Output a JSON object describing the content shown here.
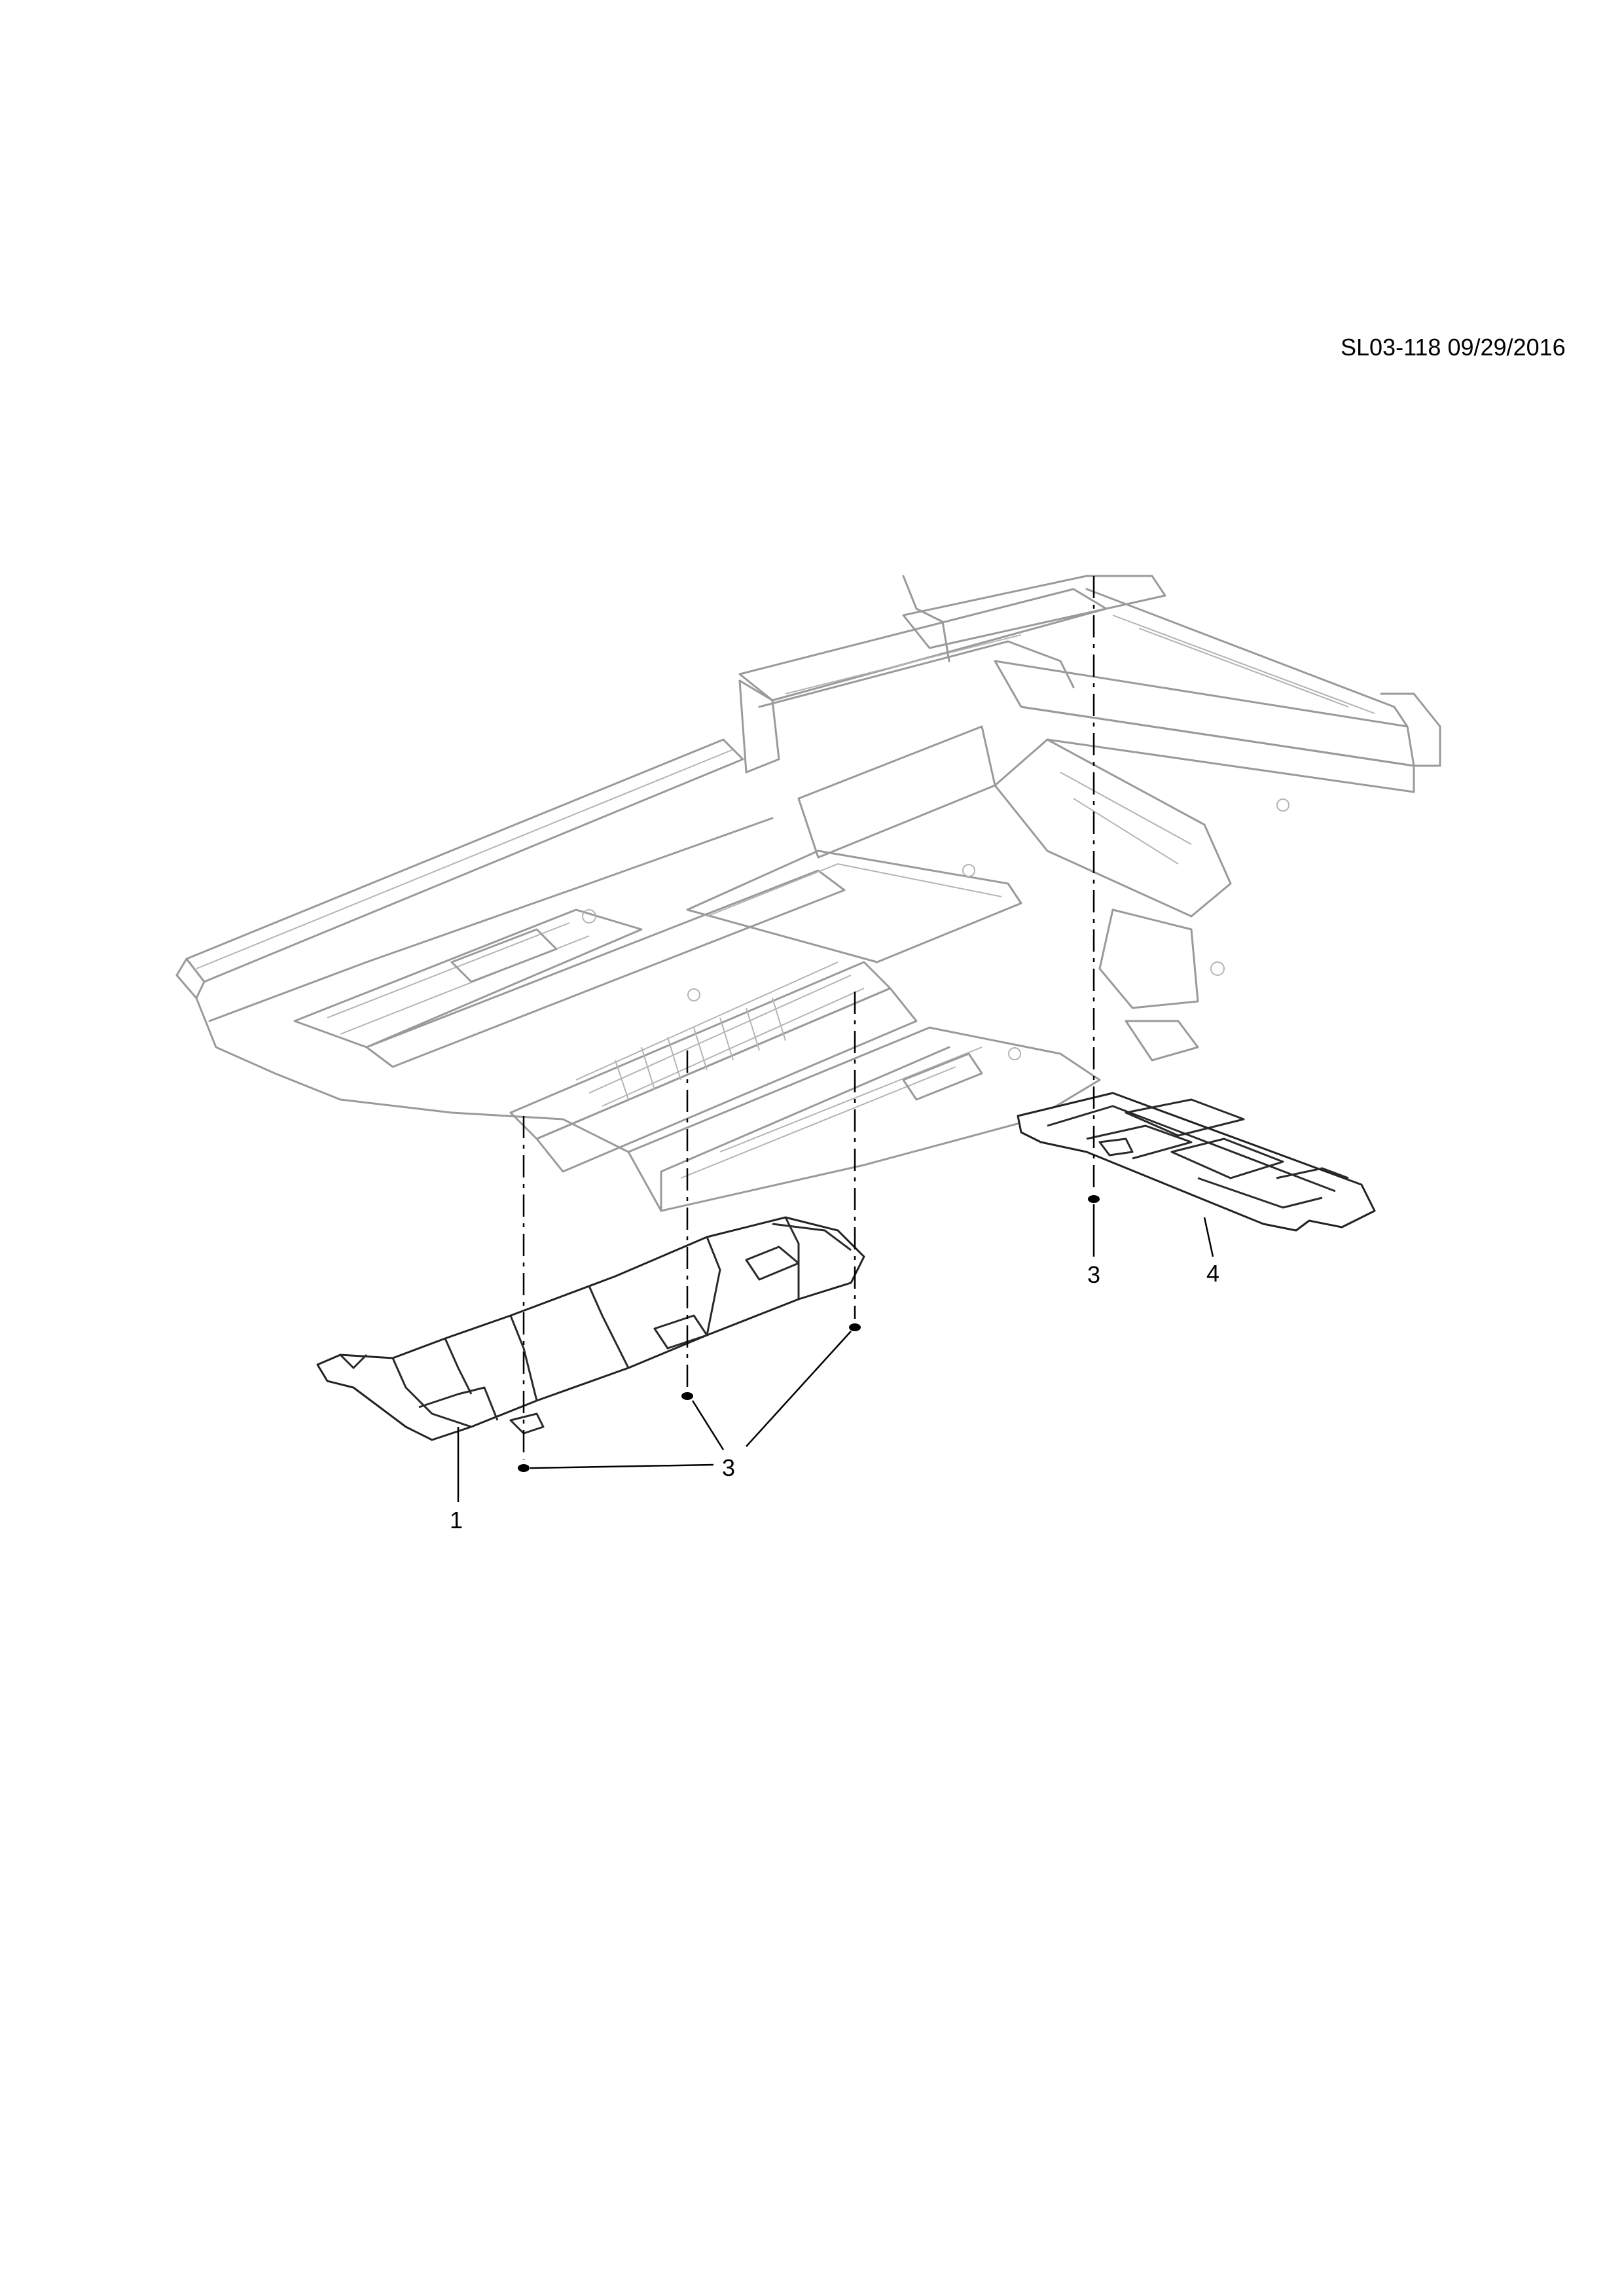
{
  "sheet": {
    "reference": "SL03-118 09/29/2016"
  },
  "callouts": {
    "part_1": "1",
    "part_3_right": "3",
    "part_3_left": "3",
    "part_4": "4"
  },
  "colors": {
    "body_outline": "#9a9a9a",
    "part_outline": "#222222",
    "fastener": "#000000"
  }
}
